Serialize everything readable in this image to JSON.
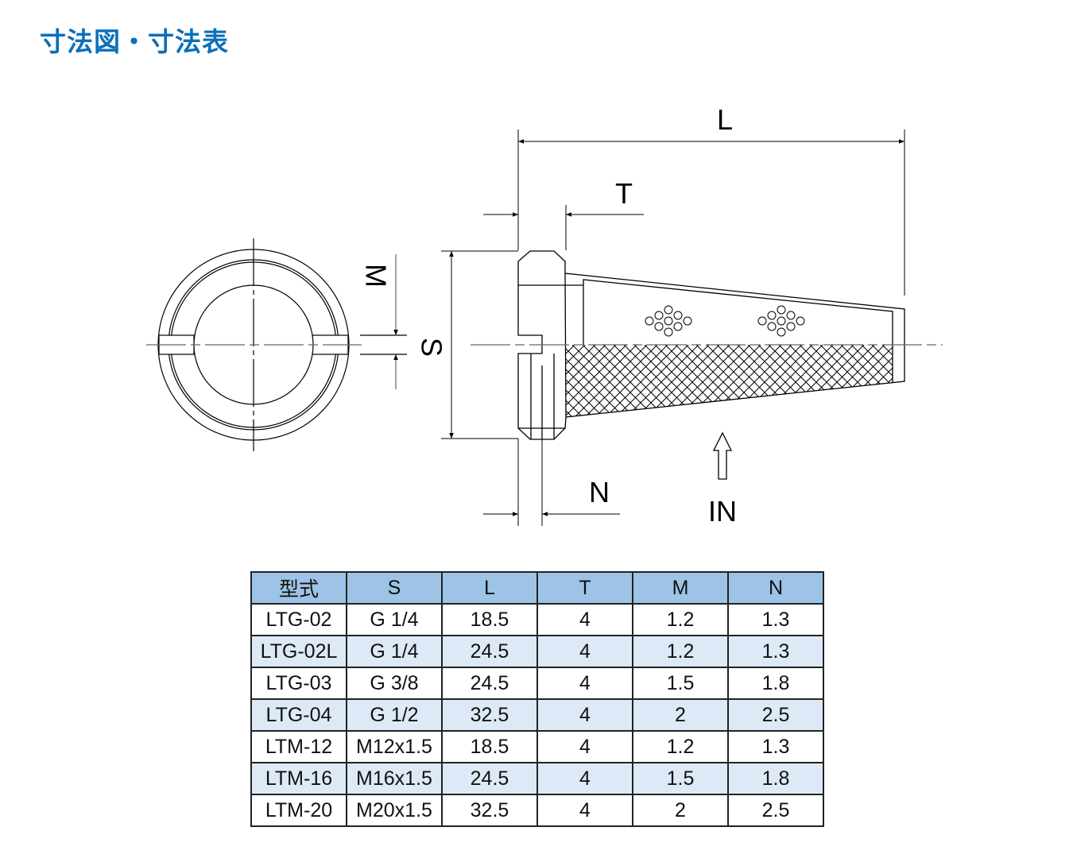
{
  "title": "寸法図・寸法表",
  "drawing": {
    "labels": {
      "L": "L",
      "T": "T",
      "M": "M",
      "S": "S",
      "N": "N",
      "IN": "IN"
    }
  },
  "table": {
    "headers": [
      "型式",
      "S",
      "L",
      "T",
      "M",
      "N"
    ],
    "rows": [
      [
        "LTG-02",
        "G 1/4",
        "18.5",
        "4",
        "1.2",
        "1.3"
      ],
      [
        "LTG-02L",
        "G 1/4",
        "24.5",
        "4",
        "1.2",
        "1.3"
      ],
      [
        "LTG-03",
        "G 3/8",
        "24.5",
        "4",
        "1.5",
        "1.8"
      ],
      [
        "LTG-04",
        "G 1/2",
        "32.5",
        "4",
        "2",
        "2.5"
      ],
      [
        "LTM-12",
        "M12x1.5",
        "18.5",
        "4",
        "1.2",
        "1.3"
      ],
      [
        "LTM-16",
        "M16x1.5",
        "24.5",
        "4",
        "1.5",
        "1.8"
      ],
      [
        "LTM-20",
        "M20x1.5",
        "32.5",
        "4",
        "2",
        "2.5"
      ]
    ]
  },
  "colors": {
    "title": "#0b6fba",
    "header_bg": "#9dc3e6",
    "alt_row_bg": "#dde9f6"
  }
}
